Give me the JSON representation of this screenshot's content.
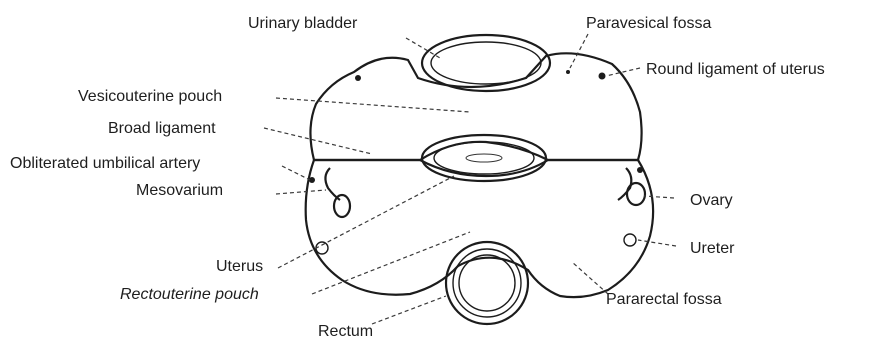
{
  "labels": {
    "urinary_bladder": "Urinary bladder",
    "paravesical_fossa": "Paravesical fossa",
    "round_ligament": "Round ligament of uterus",
    "vesicouterine_pouch": "Vesicouterine pouch",
    "broad_ligament": "Broad ligament",
    "obliterated_umbilical_artery": "Obliterated umbilical artery",
    "mesovarium": "Mesovarium",
    "ovary": "Ovary",
    "uterus": "Uterus",
    "rectouterine_pouch": "Rectouterine pouch",
    "ureter": "Ureter",
    "pararectal_fossa": "Pararectal fossa",
    "rectum": "Rectum"
  },
  "colors": {
    "peritoneum_fill": "#e4e4e4",
    "stipple": "#8a8a8a",
    "outline": "#1c1c1c",
    "text": "#1e1e1e"
  }
}
